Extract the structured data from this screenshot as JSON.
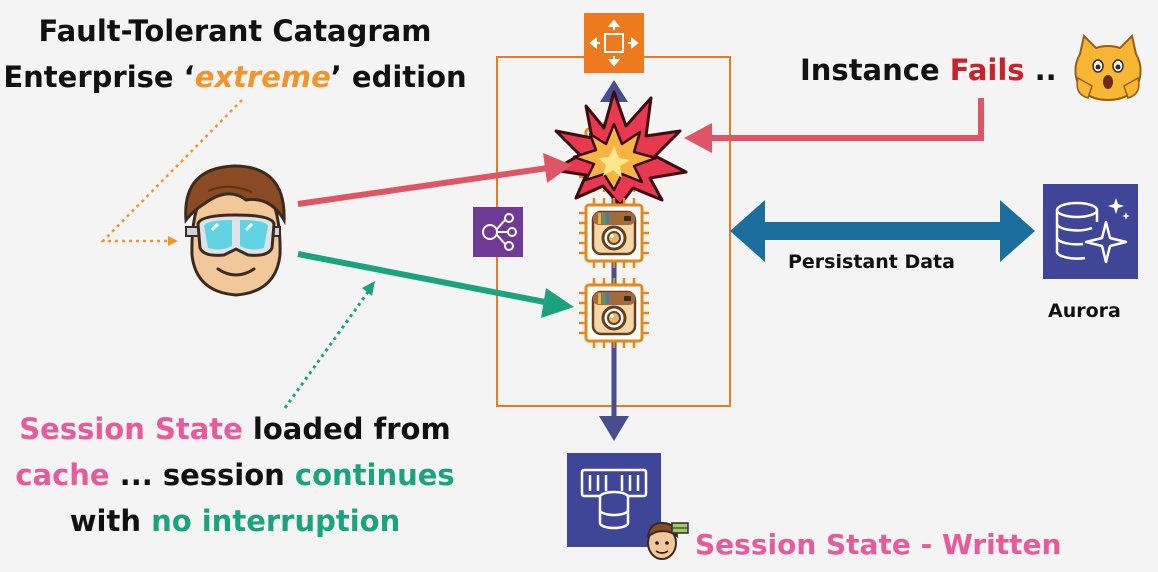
{
  "title": {
    "line1": "Fault-Tolerant Catagram",
    "line2_prefix": "Enterprise ‘",
    "line2_emph": "extreme",
    "line2_suffix": "’ edition"
  },
  "failure": {
    "prefix": "Instance ",
    "emph": "Fails",
    "suffix": " .."
  },
  "session_note": {
    "l1_pink": "Session State",
    "l1_rest": " loaded from",
    "l2_pink": "cache",
    "l2_mid": " ... session ",
    "l2_green": "continues",
    "l3_black": "with ",
    "l3_green": "no interruption"
  },
  "persistent_label": "Persistant Data",
  "aurora_label": "Aurora",
  "session_written": "Session State - Written",
  "colors": {
    "orange": "#f0952b",
    "pink": "#e75b9a",
    "green": "#1aa37e",
    "red_arrow": "#e05565",
    "navy": "#484d8f",
    "db_arrow": "#1a6f9f",
    "service_purple": "#3f4597",
    "lb_purple": "#6f3a96",
    "ec2_orange": "#ed7a1e",
    "chip_border": "#e08a1e"
  },
  "icons": [
    "user-goggles-icon",
    "surprised-cat-emoji-icon",
    "autoscaling-group-icon",
    "load-balancer-icon",
    "explosion-icon",
    "catagram-instance-icon",
    "aurora-database-icon",
    "elasticache-icon",
    "user-small-icon"
  ]
}
